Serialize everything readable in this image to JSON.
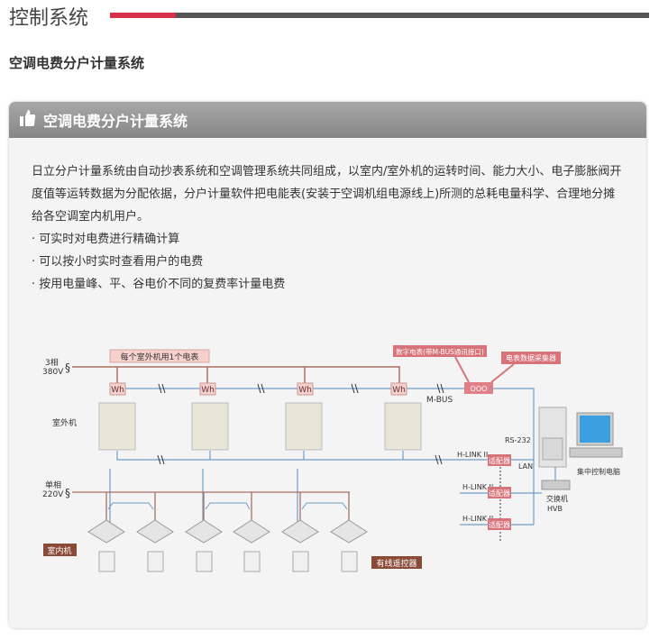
{
  "page": {
    "title": "控制系统",
    "subtitle": "空调电费分户计量系统"
  },
  "panel": {
    "header_icon": "thumbs-up-icon",
    "header_title": "空调电费分户计量系统",
    "intro": "日立分户计量系统由自动抄表系统和空调管理系统共同组成，以室内/室外机的运转时间、能力大小、电子膨胀阀开度值等运转数据为分配依据，分户计量软件把电能表(安装于空调机组电源线上)所测的总耗电量科学、合理地分摊给各空调室内机用户。",
    "bullets": [
      "· 可实时对电费进行精确计算",
      "· 可以按小时实时查看用户的电费",
      "· 按用电量峰、平、谷电价不同的复费率计量电费"
    ]
  },
  "diagram": {
    "power3_a": "3相",
    "power3_b": "380V",
    "meter_note": "每个室外机用1个电表",
    "meter": "Wh",
    "digital_meter": "数字电表(带M-BUS通讯接口)",
    "collector": "电表数据采集器",
    "collector_symbol": "OOO",
    "mbus": "M-BUS",
    "outdoor": "室外机",
    "rs232": "RS-232",
    "hlink": "H-LINK II",
    "lan": "LAN",
    "adapter": "适配器",
    "pc": "集中控制电脑",
    "switch_a": "交换机",
    "switch_b": "HVB",
    "power1_a": "单相",
    "power1_b": "220V",
    "indoor": "室内机",
    "remote": "有线遥控器"
  },
  "colors": {
    "accent": "#d7304a",
    "bar": "#555555",
    "power_line": "#a87060",
    "signal_line": "#6f9cc8",
    "label_red": "#d9737a",
    "label_brown": "#8a4a35"
  }
}
